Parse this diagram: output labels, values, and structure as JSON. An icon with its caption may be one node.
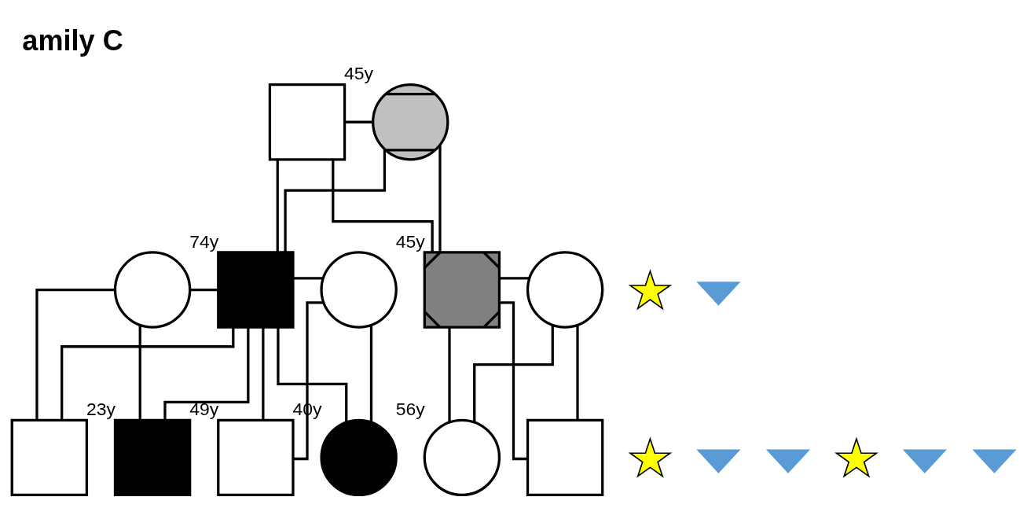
{
  "diagram": {
    "title": "amily C",
    "nodes": [
      {
        "text": [],
        "shape": "box"
      },
      {
        "text": [],
        "shape": "circle",
        "beside": [
          "45y"
        ]
      },
      {
        "text": [],
        "shape": "star"
      },
      {
        "text": [],
        "shape": "triangle"
      },
      {
        "text": [],
        "shape": "circle"
      },
      {
        "text": [],
        "shape": "box",
        "beside": [
          "74y"
        ]
      },
      {
        "text": [],
        "shape": "circle"
      },
      {
        "text": [],
        "shape": "box",
        "beside": [
          "45y"
        ]
      },
      {
        "text": [],
        "shape": "circle"
      },
      {
        "text": [],
        "shape": "star"
      },
      {
        "text": [],
        "shape": "triangle"
      },
      {
        "text": [],
        "shape": "triangle"
      },
      {
        "text": [],
        "shape": "star"
      },
      {
        "text": [],
        "shape": "triangle"
      },
      {
        "text": [],
        "shape": "triangle"
      },
      {
        "text": [],
        "shape": "box"
      },
      {
        "text": [],
        "shape": "box",
        "beside": [
          "23y"
        ]
      },
      {
        "text": [],
        "shape": "box",
        "beside": [
          "49y"
        ]
      },
      {
        "text": [],
        "shape": "circle",
        "beside": [
          "40y"
        ]
      },
      {
        "text": [],
        "shape": "circle",
        "beside": [
          "56y"
        ]
      },
      {
        "text": [],
        "shape": "box"
      }
    ],
    "edges": [
      {
        "from": 0,
        "to": 1,
        "arrow": "none"
      },
      {
        "from": 0,
        "to": 5,
        "arrow": "none"
      },
      {
        "from": 1,
        "to": 5,
        "arrow": "none"
      },
      {
        "from": 0,
        "to": 7,
        "arrow": "none"
      },
      {
        "from": 1,
        "to": 7,
        "arrow": "none"
      },
      {
        "from": 4,
        "to": 5,
        "arrow": "none"
      },
      {
        "from": 5,
        "to": 6,
        "arrow": "none"
      },
      {
        "from": 7,
        "to": 8,
        "arrow": "none"
      },
      {
        "from": 4,
        "to": 15,
        "arrow": "none"
      },
      {
        "from": 5,
        "to": 15,
        "arrow": "none"
      },
      {
        "from": 4,
        "to": 16,
        "arrow": "none"
      },
      {
        "from": 5,
        "to": 16,
        "arrow": "none"
      },
      {
        "from": 5,
        "to": 17,
        "arrow": "none"
      },
      {
        "from": 6,
        "to": 17,
        "arrow": "none"
      },
      {
        "from": 5,
        "to": 18,
        "arrow": "none"
      },
      {
        "from": 6,
        "to": 18,
        "arrow": "none"
      },
      {
        "from": 7,
        "to": 19,
        "arrow": "none"
      },
      {
        "from": 8,
        "to": 19,
        "arrow": "none"
      },
      {
        "from": 7,
        "to": 20,
        "arrow": "none"
      },
      {
        "from": 8,
        "to": 20,
        "arrow": "none"
      }
    ]
  }
}
